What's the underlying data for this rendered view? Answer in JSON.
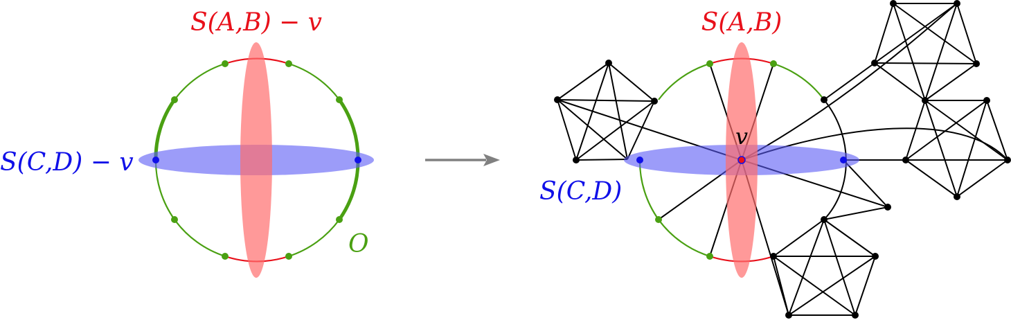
{
  "labels": {
    "left_sab": "S(A,B) − v",
    "left_scd": "S(C,D) − v",
    "cycle_name": "O",
    "right_sab": "S(A,B)",
    "right_scd": "S(C,D)",
    "vertex_v": "v"
  },
  "colors": {
    "red": "#e8101a",
    "blue": "#1010e8",
    "green": "#4aa012",
    "ellipse_red": "#ff6e6e",
    "ellipse_blue": "#5a5af5",
    "arrow": "#808080",
    "black": "#000000"
  }
}
